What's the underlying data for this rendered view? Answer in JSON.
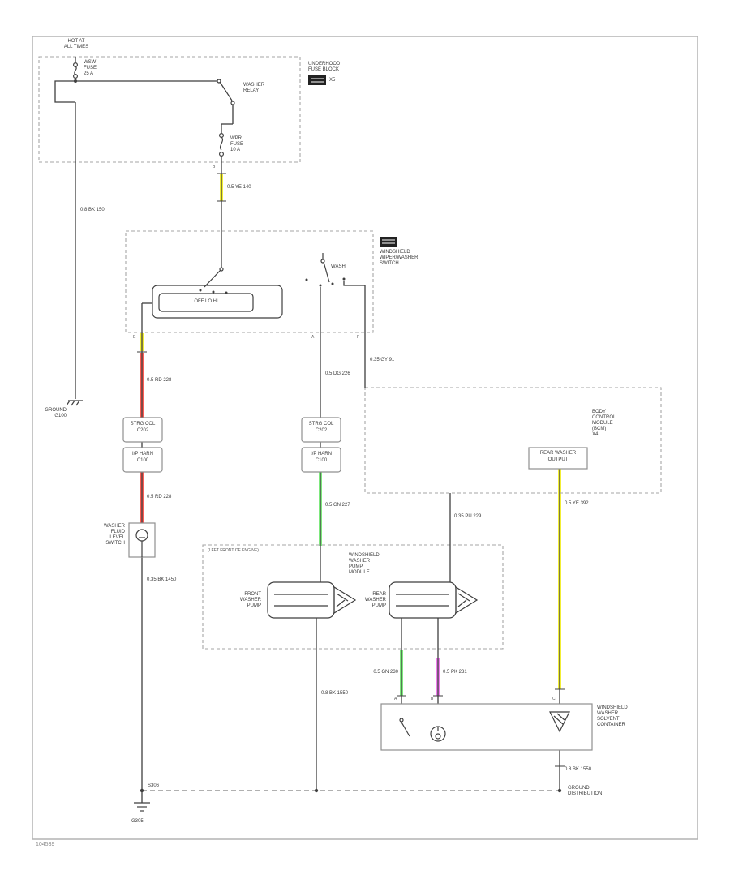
{
  "figure_number": "104539",
  "colors": {
    "yellow": "#f2ee35",
    "red": "#ff5d55",
    "green": "#7ee87d",
    "pink": "#ef7cee"
  },
  "power": {
    "hot_label": [
      "HOT AT",
      "ALL TIMES"
    ]
  },
  "fuse_block": {
    "title": [
      "UNDERHOOD",
      "FUSE BLOCK"
    ],
    "connector": "X5",
    "fuse1": [
      "WSW",
      "FUSE",
      "25 A"
    ],
    "relay": [
      "WASHER",
      "RELAY"
    ],
    "fuse2": [
      "WPR",
      "FUSE",
      "10 A"
    ],
    "terminal_out": "B"
  },
  "left_ground": {
    "lines": [
      "GROUND",
      "G100"
    ]
  },
  "switch": {
    "title": [
      "WINDSHIELD",
      "WIPER/WASHER",
      "SWITCH"
    ],
    "positions": "OFF   LO   HI",
    "wash_label": "WASH",
    "terminals": {
      "left": "E",
      "mid": "A",
      "right": "F"
    }
  },
  "connectors": {
    "a": [
      "STRG COL",
      "C202"
    ],
    "b": [
      "I/P HARN",
      "C100"
    ]
  },
  "level_switch": {
    "lines": [
      "WASHER",
      "FLUID",
      "LEVEL",
      "SWITCH"
    ]
  },
  "bcm": {
    "lines": [
      "BODY",
      "CONTROL",
      "MODULE",
      "(BCM)",
      "X4"
    ],
    "output_box": [
      "REAR WASHER",
      "OUTPUT"
    ]
  },
  "pump_module": {
    "note": "(LEFT FRONT OF ENGINE)",
    "title": [
      "WINDSHIELD",
      "WASHER",
      "PUMP",
      "MODULE"
    ],
    "front": [
      "FRONT",
      "WASHER",
      "PUMP"
    ],
    "rear": [
      "REAR",
      "WASHER",
      "PUMP"
    ]
  },
  "reservoir": {
    "lines": [
      "WINDSHIELD",
      "WASHER",
      "SOLVENT",
      "CONTAINER"
    ],
    "terminals": [
      "A",
      "B",
      "C"
    ]
  },
  "grounds": {
    "g305": "G305",
    "s306": "S306",
    "right_label": [
      "GROUND",
      "DISTRIBUTION"
    ]
  },
  "wires": {
    "feed": "0.5 YE 140",
    "batt": "0.8 BK 150",
    "red": "0.5 RD 228",
    "red2": "0.5 RD 228",
    "mid": "0.5 DG 226",
    "green": "0.5 GN 227",
    "bcm_in": "0.35 GY 91",
    "bcm_out": "0.35 PU 229",
    "yellow": "0.5 YE 392",
    "green2": "0.5 GN 230",
    "pink": "0.5 PK 231",
    "blk1": "0.35 BK 1450",
    "blk2": "0.8 BK 1550",
    "blk3": "0.8 BK 1550"
  }
}
